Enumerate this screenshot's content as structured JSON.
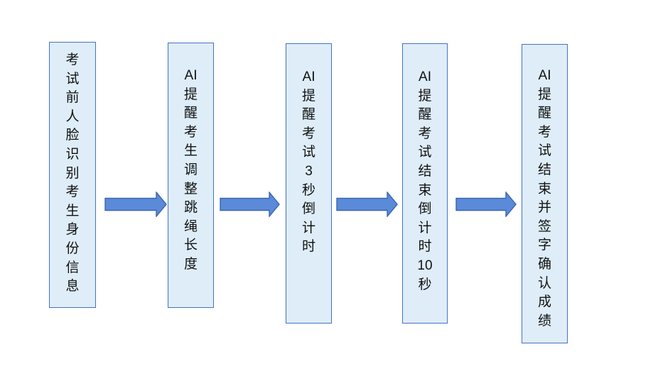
{
  "diagram": {
    "type": "process-flowchart",
    "direction": "left-to-right",
    "step_count": 5,
    "connector_style": "block-arrow-right"
  },
  "flow": {
    "steps": [
      {
        "id": "step-1",
        "text": "考试前人脸识别考生身份信息",
        "display": "考\n试\n前\n人\n脸\n识\n别\n考\n生\n身\n份\n信\n息"
      },
      {
        "id": "step-2",
        "text": "AI提醒考生调整跳绳长度",
        "display": "AI\n提\n醒\n考\n生\n调\n整\n跳\n绳\n长\n度"
      },
      {
        "id": "step-3",
        "text": "AI提醒考试3秒倒计时",
        "display": "AI\n提\n醒\n考\n试\n3\n秒\n倒\n计\n时"
      },
      {
        "id": "step-4",
        "text": "AI提醒考试结束倒计时10秒",
        "display": "AI\n提\n醒\n考\n试\n结\n束\n倒\n计\n时\n10\n秒"
      },
      {
        "id": "step-5",
        "text": "AI提醒考试结束并签字确认成绩",
        "display": "AI\n提\n醒\n考\n试\n结\n束\n并\n签\n字\n确\n认\n成\n绩"
      }
    ]
  },
  "colors": {
    "page_bg": "#ffffff",
    "box_fill": "#deedf8",
    "box_border": "#4472c4",
    "arrow_fill": "#5b8ad8",
    "arrow_border": "#3b66b0",
    "text_color": "#111111"
  }
}
